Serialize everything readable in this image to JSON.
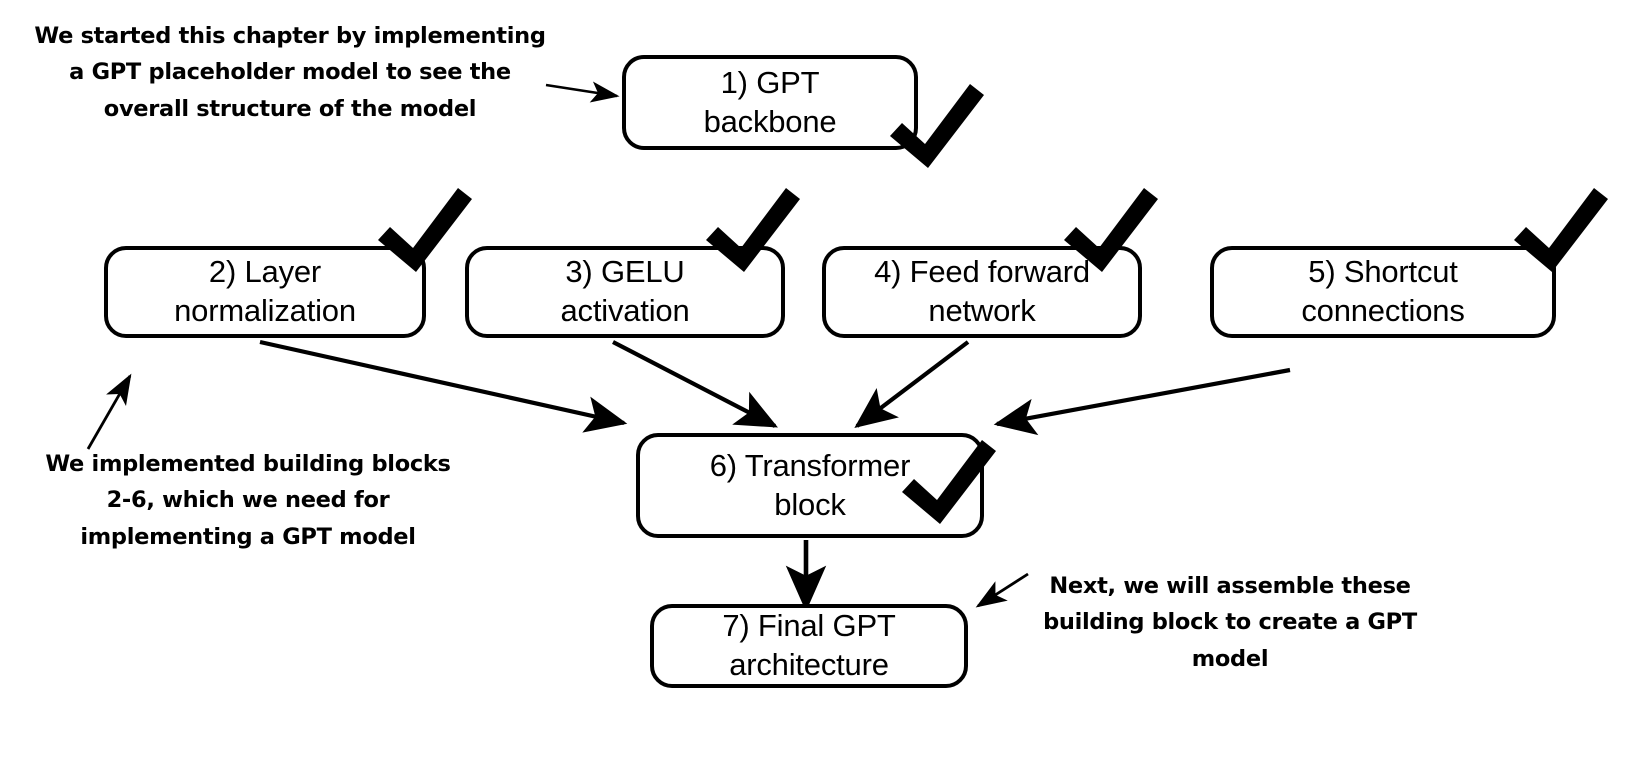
{
  "diagram": {
    "title": "GPT model building blocks chapter overview",
    "accent_color": "#000000",
    "background_color": "#ffffff",
    "nodes": [
      {
        "id": "gpt-backbone",
        "label": "1) GPT\nbackbone",
        "checked": true
      },
      {
        "id": "layer-normalization",
        "label": "2) Layer\nnormalization",
        "checked": true
      },
      {
        "id": "gelu-activation",
        "label": "3) GELU\nactivation",
        "checked": true
      },
      {
        "id": "feed-forward-network",
        "label": "4) Feed forward\nnetwork",
        "checked": true
      },
      {
        "id": "shortcut-connections",
        "label": "5) Shortcut\nconnections",
        "checked": true
      },
      {
        "id": "transformer-block",
        "label": "6) Transformer\nblock",
        "checked": true
      },
      {
        "id": "final-gpt-architecture",
        "label": "7) Final GPT\narchitecture",
        "checked": false
      }
    ],
    "annotations": [
      {
        "id": "top-left-note",
        "text": "We started this chapter by implementing\na GPT placeholder model to see the\noverall structure of the model"
      },
      {
        "id": "bottom-left-note",
        "text": "We implemented building blocks\n2-6, which we need for\nimplementing a GPT model"
      },
      {
        "id": "bottom-right-note",
        "text": "Next, we will assemble these\nbuilding block to create a GPT\nmodel"
      }
    ],
    "icons": {
      "check": "check-mark-icon",
      "arrow": "arrow-head-icon"
    }
  }
}
